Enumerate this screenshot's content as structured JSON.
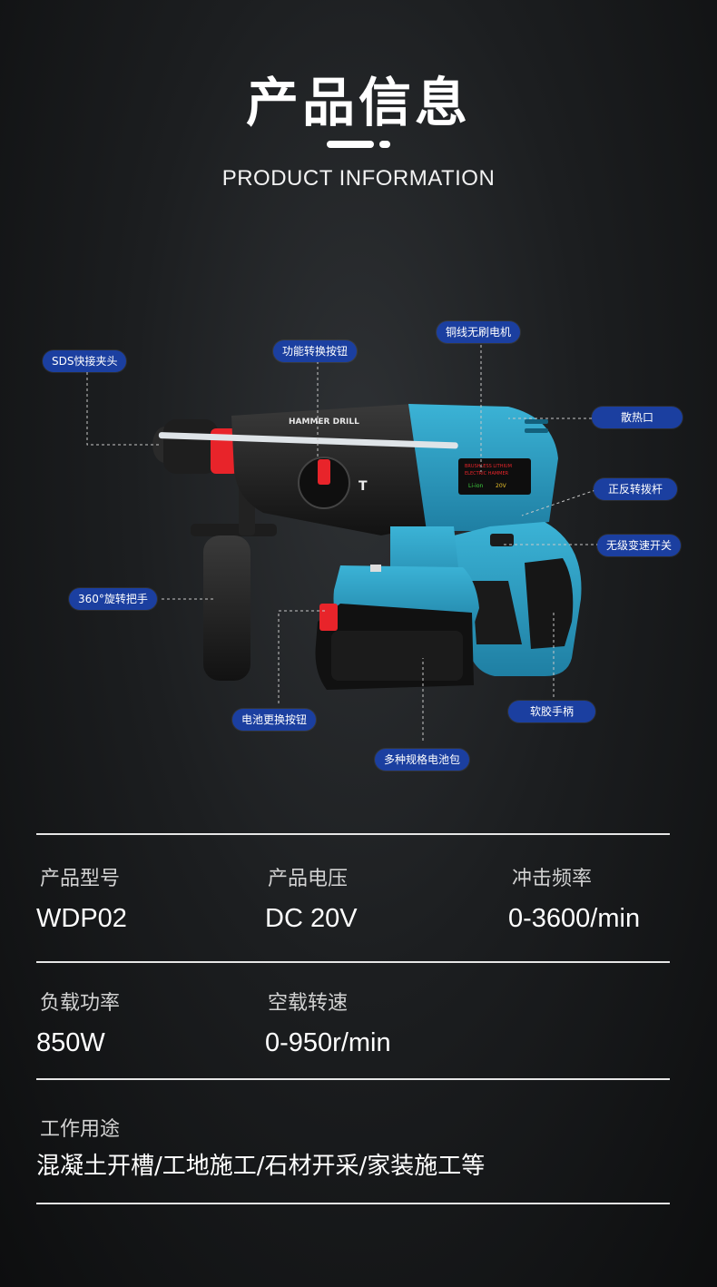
{
  "header": {
    "title": "产品信息",
    "subtitle": "PRODUCT INFORMATION"
  },
  "callouts": {
    "sds_chuck": "SDS快接夹头",
    "function_knob": "功能转换按钮",
    "motor": "铜线无刷电机",
    "vent": "散热口",
    "reverse_lever": "正反转拨杆",
    "speed_switch": "无级变速开关",
    "handle_360": "360°旋转把手",
    "battery_release": "电池更换按钮",
    "soft_grip": "软胶手柄",
    "battery_pack": "多种规格电池包"
  },
  "drill_labels": {
    "model_text": "HAMMER DRILL",
    "label_line1": "BRUSHLESS LITHIUM",
    "label_line2": "ELECTRIC HAMMER",
    "label_battery": "Li-ion",
    "label_voltage": "20V",
    "knob_mark": "T"
  },
  "colors": {
    "accent_blue": "#2a9dc1",
    "tag_blue": "#1b3fa0",
    "red": "#e8242a"
  },
  "specs": {
    "model_label": "产品型号",
    "model_value": "WDP02",
    "voltage_label": "产品电压",
    "voltage_value": "DC 20V",
    "impact_label": "冲击频率",
    "impact_value": "0-3600/min",
    "power_label": "负载功率",
    "power_value": "850W",
    "speed_label": "空载转速",
    "speed_value": "0-950r/min",
    "usage_label": "工作用途",
    "usage_value": "混凝土开槽/工地施工/石材开采/家装施工等"
  }
}
